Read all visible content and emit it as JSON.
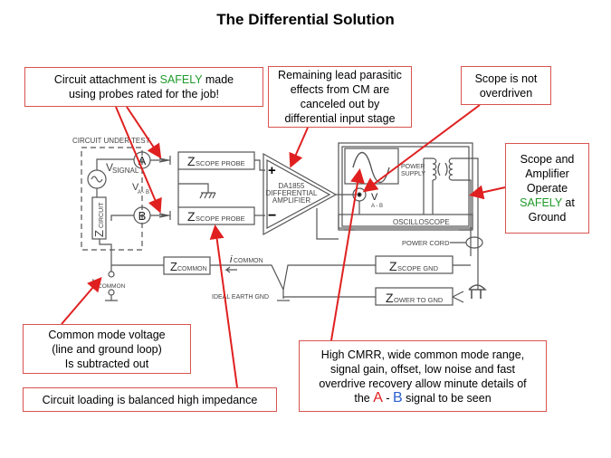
{
  "title": "The Differential Solution",
  "callouts": {
    "attachment": {
      "pre": "Circuit attachment is ",
      "em": "SAFELY",
      "post": " made",
      "line2": "using probes rated for the job!"
    },
    "parasitic": {
      "lines": [
        "Remaining lead parasitic",
        "effects from CM are",
        "canceled out by",
        "differential input stage"
      ]
    },
    "overdriven": {
      "lines": [
        "Scope is not",
        "overdriven"
      ]
    },
    "ground": {
      "lines": [
        "Scope and",
        "Amplifier",
        "Operate"
      ],
      "em": "SAFELY",
      "post": " at",
      "last": "Ground"
    },
    "common_mode": {
      "lines": [
        "Common mode voltage",
        "(line and ground loop)",
        "Is subtracted out"
      ]
    },
    "loading": {
      "text": "Circuit loading is balanced high impedance"
    },
    "cmrr": {
      "lines": [
        "High CMRR, wide common mode range,",
        "signal gain, offset, low noise and fast",
        "overdrive recovery allow minute details of"
      ],
      "pre": "the ",
      "a": "A",
      "dash": " - ",
      "b": "B",
      "post": " signal to be seen"
    }
  },
  "diagram": {
    "circuit_under_test": "CIRCUIT UNDER TEST",
    "v_signal": {
      "main": "V",
      "sub": "SIGNAL"
    },
    "v_ab_left": {
      "main": "V",
      "sub": "A - B"
    },
    "z_circuit": {
      "main": "Z",
      "sub": "CIRCUIT"
    },
    "node_a": "A",
    "node_b": "B",
    "probe_a": {
      "main": "Z",
      "sub": "SCOPE PROBE"
    },
    "probe_b": {
      "main": "Z",
      "sub": "SCOPE PROBE"
    },
    "amp_plus": "+",
    "amp_minus": "−",
    "amp_label": [
      "DA1855",
      "DIFFERENTIAL",
      "AMPLIFIER"
    ],
    "power_supply": [
      "POWER",
      "SUPPLY"
    ],
    "v_ab_scope": {
      "main": "V",
      "sub": "A - B"
    },
    "oscilloscope": "OSCILLOSCOPE",
    "power_cord": "POWER CORD",
    "z_common": {
      "main": "Z",
      "sub": "COMMON"
    },
    "i_common": {
      "main": "i",
      "sub": "COMMON"
    },
    "v_common": {
      "main": "V",
      "sub": "COMMON"
    },
    "ideal_earth_gnd": "IDEAL EARTH GND",
    "z_scope_gnd": {
      "main": "Z",
      "sub": "SCOPE GND"
    },
    "z_power_gnd": {
      "main": "Z",
      "sub": "OWER TO GND"
    }
  },
  "colors": {
    "arrow": "#e02020",
    "callout_border": "#d9534f",
    "safely": "#1f9a2a",
    "a": "#e02020",
    "b": "#2a5fd0"
  }
}
